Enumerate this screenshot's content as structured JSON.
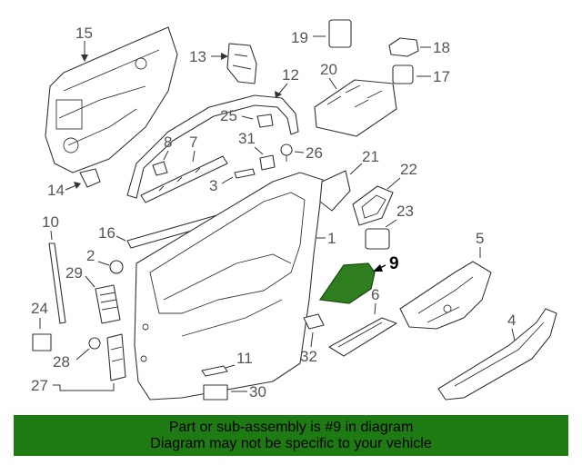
{
  "diagram": {
    "highlight_color": "#2e7d1e",
    "highlighted_part": "9",
    "callouts": [
      "1",
      "2",
      "3",
      "4",
      "5",
      "6",
      "7",
      "8",
      "9",
      "10",
      "11",
      "12",
      "13",
      "14",
      "15",
      "16",
      "17",
      "18",
      "19",
      "20",
      "21",
      "22",
      "23",
      "24",
      "25",
      "26",
      "27",
      "28",
      "29",
      "30",
      "31",
      "32"
    ]
  },
  "banner": {
    "line1": "Part or sub-assembly is #9 in diagram",
    "line2": "Diagram may not be specific to your vehicle",
    "color": "#1e7a12"
  }
}
